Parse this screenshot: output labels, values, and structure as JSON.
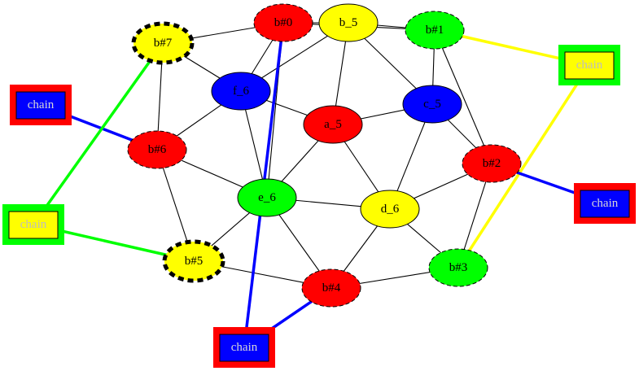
{
  "colors": {
    "red": "#ff0000",
    "yellow": "#ffff00",
    "green": "#00ff00",
    "blue": "#0000ff",
    "edge": "#000000",
    "chain_text_on_blue": "#d8d8d8",
    "chain_text_on_yellow": "#bdbdbd"
  },
  "nodes": [
    {
      "id": "b0",
      "label": "b#0",
      "fill": "red",
      "style": "dashed-thin"
    },
    {
      "id": "b5top",
      "label": "b_5",
      "fill": "yellow",
      "style": "solid"
    },
    {
      "id": "b1",
      "label": "b#1",
      "fill": "green",
      "style": "dashed-thin"
    },
    {
      "id": "b7",
      "label": "b#7",
      "fill": "yellow",
      "style": "dashed-bold"
    },
    {
      "id": "f6",
      "label": "f_6",
      "fill": "blue",
      "style": "solid"
    },
    {
      "id": "a5",
      "label": "a_5",
      "fill": "red",
      "style": "solid"
    },
    {
      "id": "c5",
      "label": "c_5",
      "fill": "blue",
      "style": "solid"
    },
    {
      "id": "b6",
      "label": "b#6",
      "fill": "red",
      "style": "dashed-thin"
    },
    {
      "id": "b2",
      "label": "b#2",
      "fill": "red",
      "style": "dashed-thin"
    },
    {
      "id": "e6",
      "label": "e_6",
      "fill": "green",
      "style": "solid"
    },
    {
      "id": "d6",
      "label": "d_6",
      "fill": "yellow",
      "style": "solid"
    },
    {
      "id": "b5",
      "label": "b#5",
      "fill": "yellow",
      "style": "dashed-bold"
    },
    {
      "id": "b4",
      "label": "b#4",
      "fill": "red",
      "style": "dashed-thin"
    },
    {
      "id": "b3",
      "label": "b#3",
      "fill": "green",
      "style": "dashed-thin"
    }
  ],
  "edges": [
    [
      "b7",
      "b0"
    ],
    [
      "b0",
      "b5top"
    ],
    [
      "b5top",
      "b1"
    ],
    [
      "b0",
      "b1"
    ],
    [
      "b7",
      "f6"
    ],
    [
      "b7",
      "b6"
    ],
    [
      "b0",
      "f6"
    ],
    [
      "b0",
      "e6"
    ],
    [
      "b5top",
      "f6"
    ],
    [
      "b5top",
      "a5"
    ],
    [
      "b5top",
      "c5"
    ],
    [
      "b1",
      "c5"
    ],
    [
      "b1",
      "b2"
    ],
    [
      "f6",
      "b6"
    ],
    [
      "f6",
      "a5"
    ],
    [
      "f6",
      "e6"
    ],
    [
      "a5",
      "c5"
    ],
    [
      "a5",
      "e6"
    ],
    [
      "a5",
      "d6"
    ],
    [
      "c5",
      "d6"
    ],
    [
      "c5",
      "b2"
    ],
    [
      "b6",
      "e6"
    ],
    [
      "b6",
      "b5"
    ],
    [
      "b2",
      "d6"
    ],
    [
      "b2",
      "b3"
    ],
    [
      "e6",
      "d6"
    ],
    [
      "e6",
      "b5"
    ],
    [
      "e6",
      "b4"
    ],
    [
      "d6",
      "b4"
    ],
    [
      "d6",
      "b3"
    ],
    [
      "b5",
      "b4"
    ],
    [
      "b4",
      "b3"
    ]
  ],
  "chains": [
    {
      "id": "chain-left-top",
      "label": "chain",
      "outer": "red",
      "inner": "blue",
      "text": "chain_text_on_blue",
      "target": "b6",
      "line": "blue"
    },
    {
      "id": "chain-left-bottom",
      "label": "chain",
      "outer": "green",
      "inner": "yellow",
      "text": "chain_text_on_yellow",
      "target": "b7",
      "line": "green",
      "target2": "b5"
    },
    {
      "id": "chain-bottom",
      "label": "chain",
      "outer": "red",
      "inner": "blue",
      "text": "chain_text_on_blue",
      "target": "b4",
      "line": "blue",
      "target2": "b0"
    },
    {
      "id": "chain-right-top",
      "label": "chain",
      "outer": "green",
      "inner": "yellow",
      "text": "chain_text_on_yellow",
      "target": "b1",
      "line": "yellow",
      "target2": "b3"
    },
    {
      "id": "chain-right-bottom",
      "label": "chain",
      "outer": "red",
      "inner": "blue",
      "text": "chain_text_on_blue",
      "target": "b2",
      "line": "blue"
    }
  ]
}
